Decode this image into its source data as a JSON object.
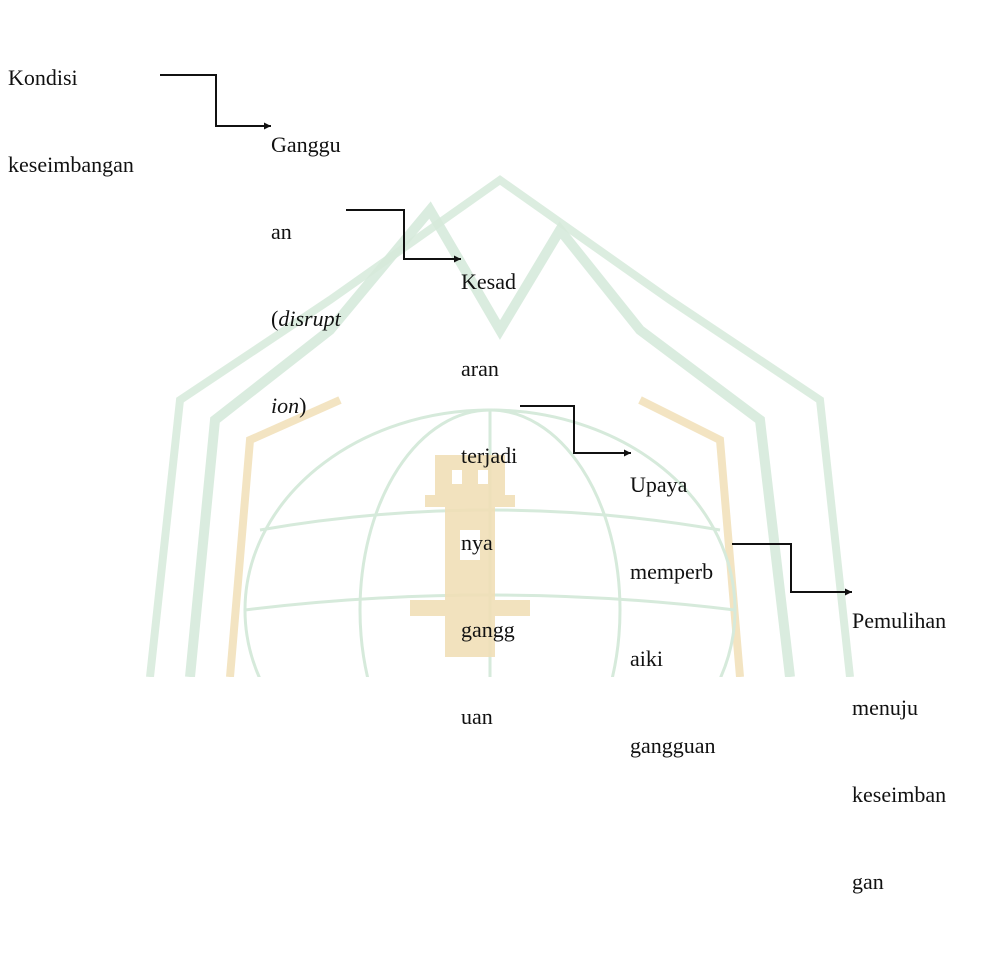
{
  "colors": {
    "text": "#111111",
    "arrow": "#111111",
    "watermark_green": "#d6eadb",
    "watermark_gold": "#f1dfb7"
  },
  "watermark": {
    "icon": "university-seal-watermark"
  },
  "nodes": [
    {
      "id": "kondisi-keseimbangan",
      "lines": [
        "Kondisi",
        "keseimbangan"
      ]
    },
    {
      "id": "gangguan",
      "lines": [
        "Ganggu",
        "an",
        "(",
        "disrupt",
        "ion",
        ")"
      ]
    },
    {
      "id": "kesadaran",
      "lines": [
        "Kesad",
        "aran",
        "terjadi",
        "nya",
        "gangg",
        "uan"
      ]
    },
    {
      "id": "upaya",
      "lines": [
        "Upaya",
        "memperb",
        "aiki",
        "gangguan"
      ]
    },
    {
      "id": "pemulihan",
      "lines": [
        "Pemulihan",
        "menuju",
        "keseimban",
        "gan"
      ]
    }
  ]
}
